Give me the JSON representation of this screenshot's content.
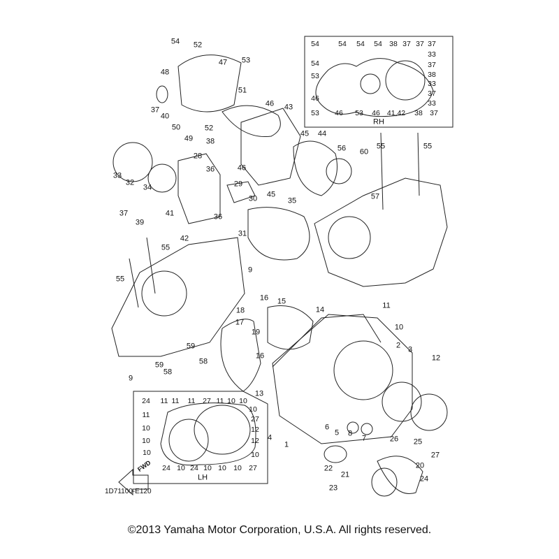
{
  "main_callouts": [
    "54",
    "52",
    "53",
    "47",
    "48",
    "51",
    "46",
    "43",
    "37",
    "40",
    "50",
    "49",
    "52",
    "38",
    "45",
    "44",
    "56",
    "60",
    "55",
    "55",
    "33",
    "32",
    "34",
    "28",
    "36",
    "46",
    "29",
    "30",
    "35",
    "45",
    "57",
    "37",
    "39",
    "41",
    "42",
    "36",
    "31",
    "55",
    "55",
    "9",
    "11",
    "16",
    "15",
    "14",
    "18",
    "17",
    "19",
    "10",
    "2",
    "3",
    "59",
    "58",
    "12",
    "59",
    "58",
    "16",
    "9",
    "13",
    "4",
    "1",
    "6",
    "5",
    "8",
    "7",
    "26",
    "25",
    "27",
    "22",
    "21",
    "20",
    "23",
    "24"
  ],
  "rh_inset": {
    "title": "RH",
    "callouts": [
      "54",
      "54",
      "54",
      "54",
      "38",
      "37",
      "37",
      "37",
      "54",
      "33",
      "53",
      "37",
      "38",
      "33",
      "46",
      "37",
      "33",
      "53",
      "46",
      "53",
      "46",
      "41,42",
      "38",
      "37"
    ]
  },
  "lh_inset": {
    "title": "LH",
    "callouts": [
      "24",
      "11",
      "11",
      "11",
      "27",
      "11",
      "10",
      "10",
      "11",
      "10",
      "10",
      "27",
      "12",
      "10",
      "12",
      "10",
      "10",
      "24",
      "10",
      "24",
      "10",
      "10",
      "10",
      "27"
    ]
  },
  "fwd_label": "FWD",
  "diagram_code": "1D71100-E120",
  "copyright": "©2013 Yamaha Motor Corporation, U.S.A. All rights reserved."
}
